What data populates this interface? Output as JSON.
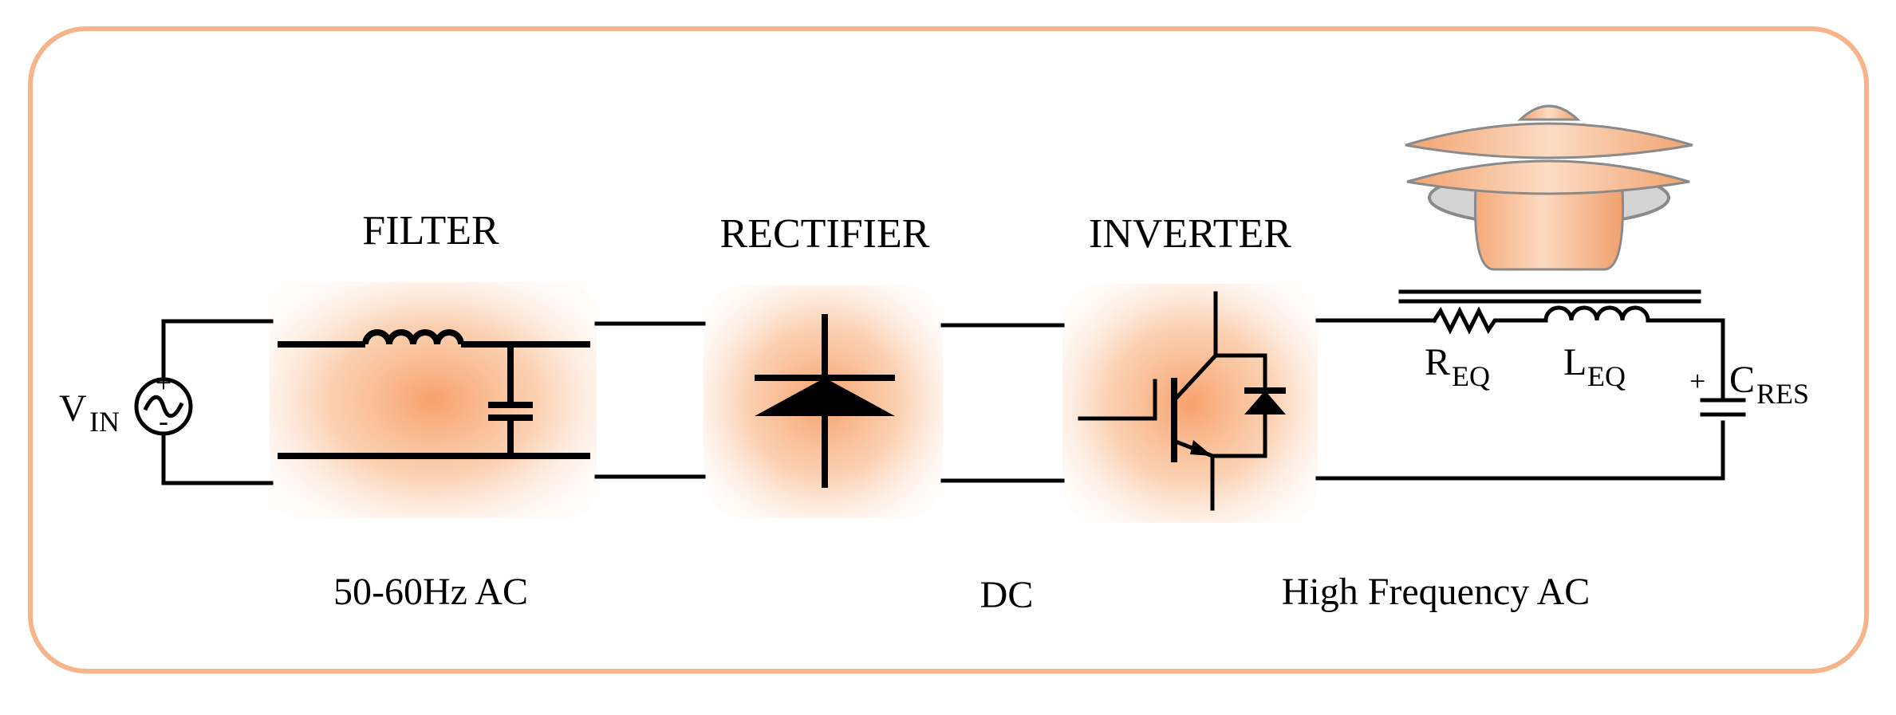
{
  "diagram": {
    "stages": {
      "filter": "FILTER",
      "rectifier": "RECTIFIER",
      "inverter": "INVERTER"
    },
    "source": {
      "main": "V",
      "sub": "IN",
      "plus": "+",
      "minus": "-"
    },
    "load": {
      "r_main": "R",
      "r_sub": "EQ",
      "l_main": "L",
      "l_sub": "EQ",
      "c_main": "C",
      "c_sub": "RES",
      "c_plus": "+"
    },
    "signals": {
      "ac_in": "50-60Hz AC",
      "dc": "DC",
      "ac_out": "High Frequency AC"
    }
  },
  "colors": {
    "frame": "#f7b48a",
    "glow": "#f79c63",
    "pot_body": "#f6c7a3",
    "pot_rim": "#9a9a9a"
  }
}
